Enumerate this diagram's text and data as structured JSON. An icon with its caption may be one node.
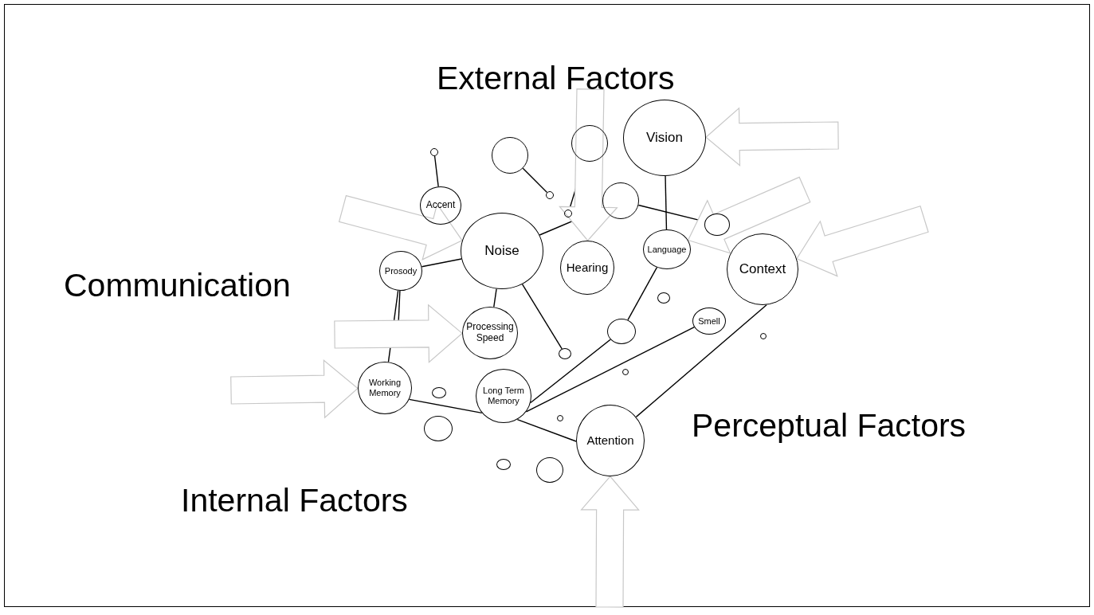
{
  "diagram": {
    "nodes": [
      {
        "text": [
          "Accent"
        ]
      },
      {
        "text": [
          "Noise"
        ]
      },
      {
        "text": [
          "Prosody"
        ]
      },
      {
        "text": [
          "Hearing"
        ]
      },
      {
        "text": [
          "Vision"
        ]
      },
      {
        "text": [
          "Language"
        ]
      },
      {
        "text": [
          "Context"
        ]
      },
      {
        "text": [
          "Processing Speed"
        ]
      },
      {
        "text": [
          "Working Memory"
        ]
      },
      {
        "text": [
          "Long Term Memory"
        ]
      },
      {
        "text": [
          "Attention"
        ]
      },
      {
        "text": [
          "Smell"
        ]
      },
      {
        "text": [],
        "shape": "circle"
      },
      {
        "text": [],
        "shape": "circle"
      },
      {
        "text": [],
        "shape": "circle"
      },
      {
        "text": [],
        "shape": "circle"
      },
      {
        "text": [],
        "shape": "circle"
      },
      {
        "text": [],
        "shape": "circle"
      },
      {
        "text": [],
        "shape": "circle"
      },
      {
        "text": [],
        "shape": "circle"
      },
      {
        "text": [],
        "shape": "circle"
      },
      {
        "text": [],
        "shape": "circle"
      },
      {
        "text": [],
        "shape": "circle"
      },
      {
        "text": [],
        "shape": "circle"
      },
      {
        "text": [],
        "shape": "circle"
      },
      {
        "text": [],
        "shape": "circle"
      },
      {
        "text": [],
        "shape": "circle"
      },
      {
        "text": [],
        "shape": "circle"
      },
      {
        "text": [],
        "shape": "circle"
      }
    ],
    "edges": [
      {
        "from": 12,
        "to": 0,
        "arrow": "none"
      },
      {
        "from": 13,
        "to": 14,
        "arrow": "none"
      },
      {
        "from": 16,
        "to": 15,
        "arrow": "none"
      },
      {
        "from": 1,
        "to": 17,
        "arrow": "none"
      },
      {
        "from": 17,
        "to": 18,
        "arrow": "none"
      },
      {
        "from": 2,
        "to": 1,
        "arrow": "none"
      },
      {
        "from": 1,
        "to": 7,
        "arrow": "none"
      },
      {
        "from": 1,
        "to": 19,
        "arrow": "none"
      },
      {
        "from": 4,
        "to": 5,
        "arrow": "none"
      },
      {
        "from": 5,
        "to": 20,
        "arrow": "none"
      },
      {
        "from": 20,
        "to": 9,
        "arrow": "none"
      },
      {
        "from": 11,
        "to": 9,
        "arrow": "none"
      },
      {
        "from": 6,
        "to": 10,
        "arrow": "none"
      },
      {
        "from": 2,
        "to": 8,
        "arrow": "none"
      },
      {
        "from": 2,
        "to": null,
        "arrow": "none"
      },
      {
        "from": 8,
        "to": 9,
        "arrow": "none"
      },
      {
        "from": 9,
        "to": 10,
        "arrow": "none"
      },
      {
        "from": null,
        "to": 3,
        "arrow": "to",
        "style": "thick",
        "color": "#c8c8c8"
      },
      {
        "from": null,
        "to": 4,
        "arrow": "to",
        "style": "thick",
        "color": "#c8c8c8"
      },
      {
        "from": null,
        "to": 5,
        "arrow": "to",
        "style": "thick",
        "color": "#c8c8c8"
      },
      {
        "from": null,
        "to": 6,
        "arrow": "to",
        "style": "thick",
        "color": "#c8c8c8"
      },
      {
        "from": null,
        "to": 1,
        "arrow": "to",
        "style": "thick",
        "color": "#c8c8c8"
      },
      {
        "from": null,
        "to": 7,
        "arrow": "to",
        "style": "thick",
        "color": "#c8c8c8"
      },
      {
        "from": null,
        "to": 8,
        "arrow": "to",
        "style": "thick",
        "color": "#c8c8c8"
      },
      {
        "from": null,
        "to": 10,
        "arrow": "to",
        "style": "thick",
        "color": "#c8c8c8"
      }
    ],
    "labels": [
      "External Factors",
      "Communication",
      "Perceptual Factors",
      "Internal Factors"
    ]
  }
}
